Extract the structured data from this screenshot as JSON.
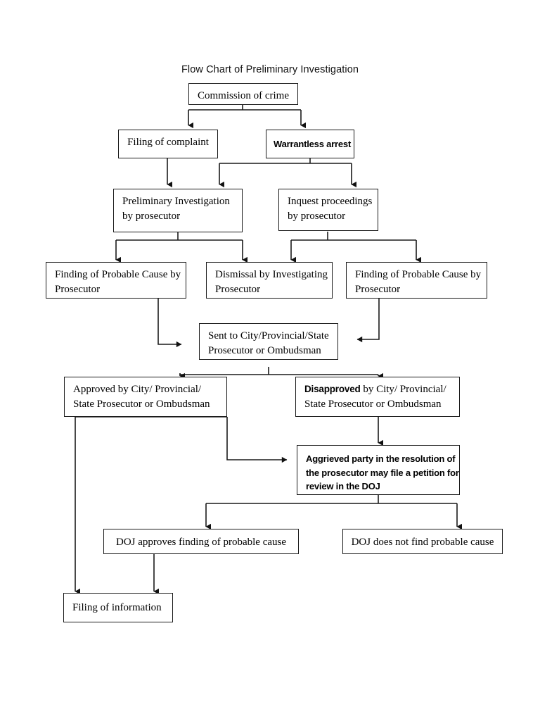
{
  "title": "Flow Chart of Preliminary Investigation",
  "colors": {
    "stroke": "#1a1a1a",
    "fill": "#ffffff",
    "text": "#000000"
  },
  "nodes": {
    "commission": {
      "label": "Commission of crime"
    },
    "filing_complaint": {
      "label": "Filing of complaint"
    },
    "warrantless_arrest": {
      "label": "Warrantless arrest"
    },
    "preliminary_investigation": {
      "line1": "Preliminary Investigation",
      "line2": "by prosecutor"
    },
    "inquest": {
      "line1": "Inquest proceedings",
      "line2": "by prosecutor"
    },
    "finding_left": {
      "line1": "Finding of Probable Cause by",
      "line2": "Prosecutor"
    },
    "dismissal": {
      "line1": "Dismissal by Investigating",
      "line2": "Prosecutor"
    },
    "finding_right": {
      "line1": "Finding of Probable Cause by",
      "line2": "Prosecutor"
    },
    "sent_to": {
      "line1": "Sent to City/Provincial/State",
      "line2": "Prosecutor or Ombudsman"
    },
    "approved": {
      "emphasis": "Approved",
      "rest1": " by City/ Provincial/",
      "line2": "State Prosecutor or Ombudsman"
    },
    "disapproved": {
      "emphasis": "Disapproved",
      "rest1": " by City/ Provincial/",
      "line2": "State Prosecutor or Ombudsman"
    },
    "aggrieved": {
      "line1": "Aggrieved party in the resolution of",
      "line2": "the prosecutor may file a petition for",
      "line3": "review in the DOJ"
    },
    "doj_approves": {
      "label": "DOJ approves finding of probable cause"
    },
    "doj_denies": {
      "label": "DOJ does not find probable cause"
    },
    "filing_information": {
      "label": "Filing of information"
    }
  }
}
